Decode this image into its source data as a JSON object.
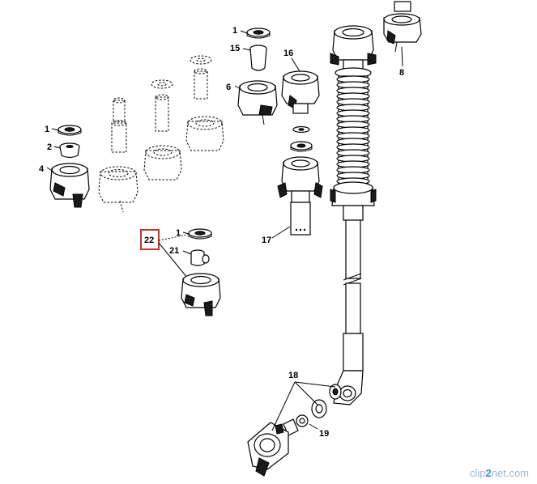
{
  "callouts": {
    "c1a": "1",
    "c15": "15",
    "c16": "16",
    "c6": "6",
    "c8": "8",
    "c1b": "1",
    "c2": "2",
    "c4": "4",
    "c22": "22",
    "c1c": "1",
    "c21": "21",
    "c17": "17",
    "c18": "18",
    "c19": "19"
  },
  "watermark": {
    "prefix": "clip",
    "mid": "2",
    "suffix": "net",
    "tld": ".com"
  },
  "highlight_color": "#c0392b"
}
